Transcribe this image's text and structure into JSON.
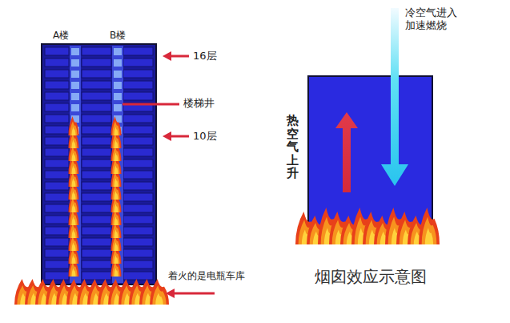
{
  "diagram": {
    "caption": "烟囱效应示意图",
    "labels": [
      "A楼",
      "B楼",
      "16层",
      "楼梯井",
      "10层",
      "着火的是电瓶车库",
      "冷空气进入 加速燃烧",
      "热空气上升"
    ]
  }
}
